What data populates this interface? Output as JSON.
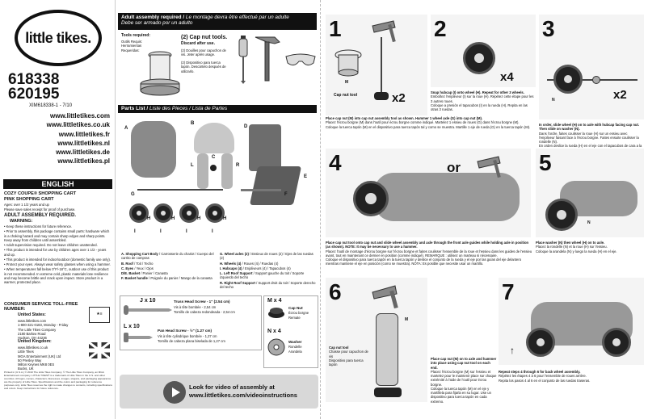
{
  "brand": {
    "logo_text": "little tikes."
  },
  "product": {
    "numbers": [
      "618338",
      "620195"
    ],
    "code": "XIM618338-1 - 7/10"
  },
  "websites": [
    "www.littletikes.com",
    "www.littletikes.co.uk",
    "www.littletikes.fr",
    "www.littletikes.nl",
    "www.littletikes.de",
    "www.littletikes.pl"
  ],
  "english": {
    "tab": "ENGLISH",
    "product_name": "COZY COUPE® SHOPPING CART",
    "product_sub": "PINK SHOPPING CART",
    "ages": "Ages: over 1 1/2 years and up",
    "keep": "Please save sales receipt for proof of purchase.",
    "assembly_req": "ADULT ASSEMBLY REQUIRED.",
    "warning": "WARNING:",
    "warnings": [
      "Keep these instructions for future reference.",
      "Prior to assembly, this package contains small parts: hardware which is a choking hazard and may contain sharp edges and sharp points. Keep away from children until assembled.",
      "Adult supervision required. Do not leave children unattended.",
      "This product is intended for use by children ages over 1 1/2 - years and up.",
      "This product is intended for indoor/outdoor (domestic family use only).",
      "Protect your eyes. Always wear safety glasses when using a hammer.",
      "When temperatures fall below 0°F/-18°C, outdoor use of this product is not recommended. In extreme cold, plastic materials lose resilience and may become brittle and crack upon impact. Store product in a warmer, protected place."
    ],
    "consumer_title": "CONSUMER SERVICE TOLL-FREE NUMBER:",
    "us_title": "United States:",
    "us_lines": [
      "www.littletikes.com",
      "1-800-321-0183, Monday - Friday",
      "The Little Tikes Company",
      "2180 Barlow Road",
      "Hudson, OH 44236"
    ],
    "uk_title": "United Kingdom:",
    "uk_lines": [
      "www.littletikes.co.uk",
      "Little Tikes",
      "MGA Entertainment (UK) Ltd",
      "50 Presley Way",
      "Milton Keynes MK8 0ES",
      "Bucks, UK"
    ],
    "legal": "Printed in (U.S.A.) © 2010 The Little Tikes Company. © The Little Tikes Company, an MGA Entertainment company. LITTLE TIKES® is a trademark of Little Tikes in the U.S. and other countries. All logos, names, characters, likenesses, images, slogans, and packaging appearance are the property of Little Tikes. Specifications and the colors and packaging for reference purposes only. Little Tikes reserves the right to make changes to contents, including specifications and colors. Keep instructions for future reference."
  },
  "adult_req": {
    "title_en": "Adult assembly required / ",
    "title_fr": "Le montage devra être effectué par un adulte",
    "title_es": "Debe ser armado por un adulto",
    "tools_label": "Tools required:",
    "tools_lines": [
      "Outils Requis:",
      "Herramientas",
      "Requeridas:"
    ],
    "cap_title": "(2) Cap nut tools.",
    "cap_discard": "Discard after use.",
    "cap_fr": "(2) Douilles pour capuchon de vis. Jeter après usage.",
    "cap_es": "(2) Dispositivo para tuerca tapón. Descártelo después de utilizarlo."
  },
  "parts": {
    "title_en": "Parts List / ",
    "title_rest": "Liste des Pieces / Lista de Partes",
    "letters": [
      "A",
      "B",
      "D",
      "E",
      "C",
      "R",
      "L",
      "F",
      "G",
      "H",
      "H",
      "H",
      "H",
      "I",
      "I",
      "I",
      "I"
    ],
    "list_left": [
      {
        "k": "A.",
        "t": "Shopping Cart Body",
        "s": "/ Carrosserie du chariot / Cuerpo del carrito de compras"
      },
      {
        "k": "B.",
        "t": "Roof",
        "s": "/ Toit / Techo"
      },
      {
        "k": "C.",
        "t": "Eyes",
        "s": "/ Yeux / Ojos"
      },
      {
        "k": "D/E.",
        "t": "Basket",
        "s": "/ Panier / Canasta"
      },
      {
        "k": "F.",
        "t": "Basket handle",
        "s": "/ Poignée du panier / Mango de la canasta"
      }
    ],
    "list_right": [
      {
        "k": "G.",
        "t": "Wheel axles (2)",
        "s": "/ Essieux de roues (2) / Ejes de las ruedas (2)"
      },
      {
        "k": "H.",
        "t": "Wheels (4)",
        "s": "/ Roues (4) / Ruedas (4)"
      },
      {
        "k": "I.",
        "t": "Hubcaps (4)",
        "s": "/ Enjoliveurs (4) / Tapacubos (4)"
      },
      {
        "k": "L.",
        "t": "Left Roof Support",
        "s": "/ Support gauche du toit / Soporte izquierdo del techo"
      },
      {
        "k": "R.",
        "t": "Right Roof Support",
        "s": "/ Support droit du toit / Soporte derecho del techo"
      }
    ]
  },
  "hardware": {
    "j10": "J x 10",
    "j_title": "Truss Head Screw - 1\" (2.54 cm)",
    "j_fr": "Vis à tête bombée - 2,54 cm",
    "j_es": "Tornillo de cabeza redondeada - 2,54 cm",
    "l10": "L x 10",
    "l_title": "Pan Head Screw - ½\" (1.27 cm)",
    "l_fr": "Vis à tête cylindrique bombée - 1,27 cm",
    "l_es": "Tornillo de cabeza plana biselada de 1,27 cm",
    "m4": "M x 4",
    "m_title": "Cap Nut",
    "m_fr": "Écrou borgne",
    "m_es": "Remate",
    "n4": "N x 4",
    "n_title": "Washer",
    "n_fr": "Rondelle",
    "n_es": "Arandela"
  },
  "video": {
    "line1": "Look for video of assembly at",
    "line2": "www.littletikes.com/videoinstructions"
  },
  "steps": {
    "s1": {
      "num": "1",
      "m": "M",
      "tool": "Cap nut tool",
      "x": "x2",
      "text_en": "Place cap nut (M) into cap nut assembly tool as shown. Hammer 1 wheel axle (G) into cap nut (M).",
      "text_fr": "Placez l'écrou borgne (M) dans l'outil pour écrou borgne comme indiqué. Martelez 1 essieu de roues (G) dans l'écrou borgne (M).",
      "text_es": "Coloque la tuerca tapón (M) en el dispositivo para tuerca tapón tal y como se muestra. Martille 1 eje de rueda (G) en la tuerca tapón (M)."
    },
    "s2": {
      "num": "2",
      "x": "x4",
      "text_en": "Snap hubcap (I) onto wheel (H). Repeat for other 3 wheels.",
      "text_fr": "Emboîtez l'enjoliveur (I) sur la roue (H). Répétez cette étape pour les 3 autres roues.",
      "text_es": "Coloque a presión el tapacubos (I) en la rueda (H). Repita en las otras 3 ruedas."
    },
    "s3": {
      "num": "3",
      "n": "N",
      "x": "x2",
      "text_en": "In order, slide wheel (H) on to axle with hubcap facing cap nut. Then slide on washer (N).",
      "text_fr": "Dans l'ordre, faites coulisser la roue (H) sur un essieu avec l'enjoliveur faisant face à l'écrou borgne. Faites ensuite coulisser la rondelle (N).",
      "text_es": "En orden deslice la rueda (H) en el eje con el tapacubos de cara a la tuerca tapón. Luego pase la arandela (N)."
    },
    "s4": {
      "num": "4",
      "or": "or",
      "text_en": "Place cap nut tool onto cap nut and slide wheel assembly and axle through the front axle guides while holding axle in position (as shown). NOTE: It may be necessary to use a hammer.",
      "text_fr": "Placez l'outil de montage d'écrou borgne sur l'écrou borgne et faites coulisser l'ensemble de la roue et l'essieu dans les guides de l'essieu avant, tout en maintenant ce dernier en position (comme indiqué). REMARQUE : utilisez un marteau si nécessaire.",
      "text_es": "Coloque el dispositivo para tuerca tapón en la tuerca tapón y deslice el conjunto de la rueda y el eje por las guías del eje delantero mientras mantiene el eje en posición (como se muestra). NOTA: Es posible que necesite usar un martillo."
    },
    "s5": {
      "num": "5",
      "n": "N",
      "text_en": "Place washer (N) then wheel (H) on to axle.",
      "text_fr": "Placez la rondelle (N) et la roue (H) sur l'essieu.",
      "text_es": "Coloque la arandela (N) y luego la rueda (H) en el eje."
    },
    "s6": {
      "num": "6",
      "m": "M",
      "tool_en": "Cap nut tool",
      "tool_fr": "Chasse pour capuchon de vis",
      "tool_es": "Dispositivo para tuerca tapón",
      "text_en": "Place cap nut (M) on to axle and hammer into place using cap nut tool on each end.",
      "text_fr": "Placez l'écrou borgne (M) sur l'essieu et martelez pour le maintenir place sur chaque extrémité à l'aide de l'outil pour écrou borgne.",
      "text_es": "Coloque la tuerca tapón (M) en el eje y martíllela para fijarla en su lugar. Use un dispositivo para tuerca tapón en cada extremo."
    },
    "s7": {
      "num": "7",
      "text_en": "Repeat steps 4 through 6 for back wheel assembly.",
      "text_fr": "Répétez les étapes 4 à 6 pour l'ensemble de roues arrière.",
      "text_es": "Repita los pasos 4 al 6 en el conjunto de las ruedas traseras."
    }
  }
}
